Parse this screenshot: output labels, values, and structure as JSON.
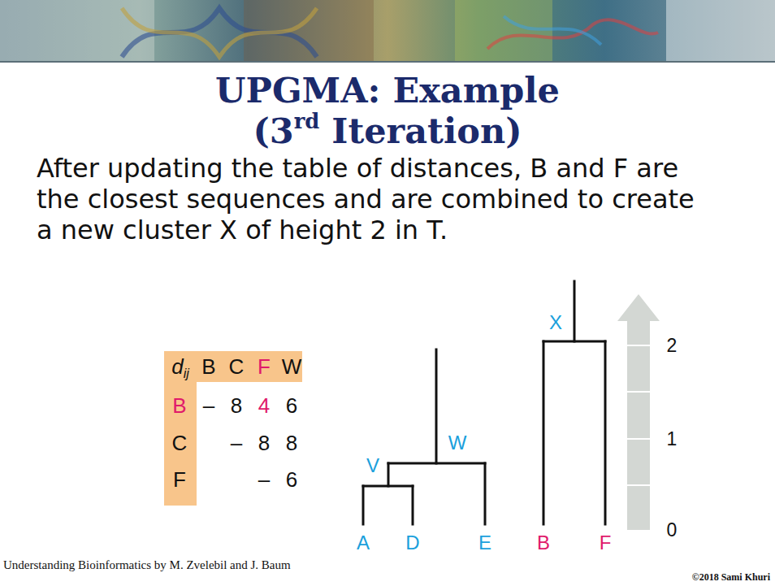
{
  "diagram": {
    "title": "UPGMA: Example (3rd Iteration)",
    "labels": [
      "After updating the table of distances, B and F are the closest sequences and are combined to create a new cluster X of height 2 in T.",
      "dij",
      "B",
      "C",
      "F",
      "W",
      "B",
      "C",
      "F",
      "–",
      "8",
      "4",
      "6",
      "–",
      "8",
      "8",
      "–",
      "6",
      "V",
      "W",
      "X",
      "A",
      "D",
      "E",
      "B",
      "F",
      "2",
      "1",
      "0",
      "Understanding Bioinformatics by M. Zvelebil and J. Baum",
      "©2018 Sami Khuri"
    ]
  }
}
